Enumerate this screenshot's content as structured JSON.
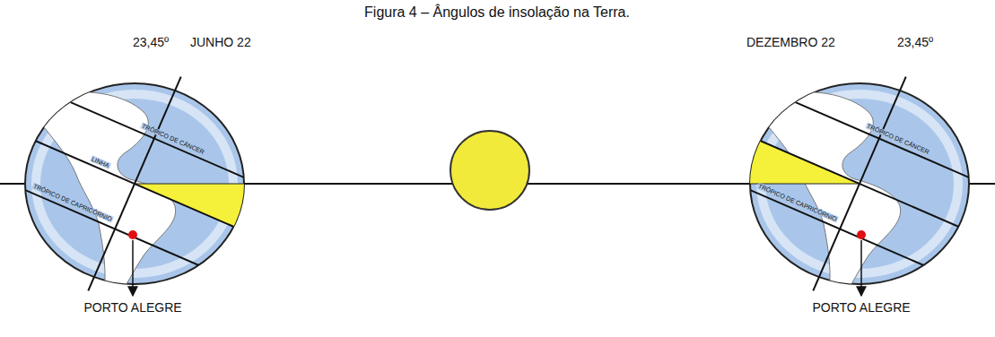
{
  "diagram": {
    "title": "Figura 4 – Ângulos de insolação na Terra.",
    "labels": [
      "23,45º",
      "JUNHO 22",
      "TRÓPICO DE CÂNCER",
      "LINHA",
      "TRÓPICO DE CAPRICÓRNIO",
      "PORTO ALEGRE",
      "DEZEMBRO 22",
      "23,45º",
      "TRÓPICO DE CÂNCER",
      "TRÓPICO DE CAPRICÓRNIO",
      "PORTO ALEGRE"
    ]
  }
}
